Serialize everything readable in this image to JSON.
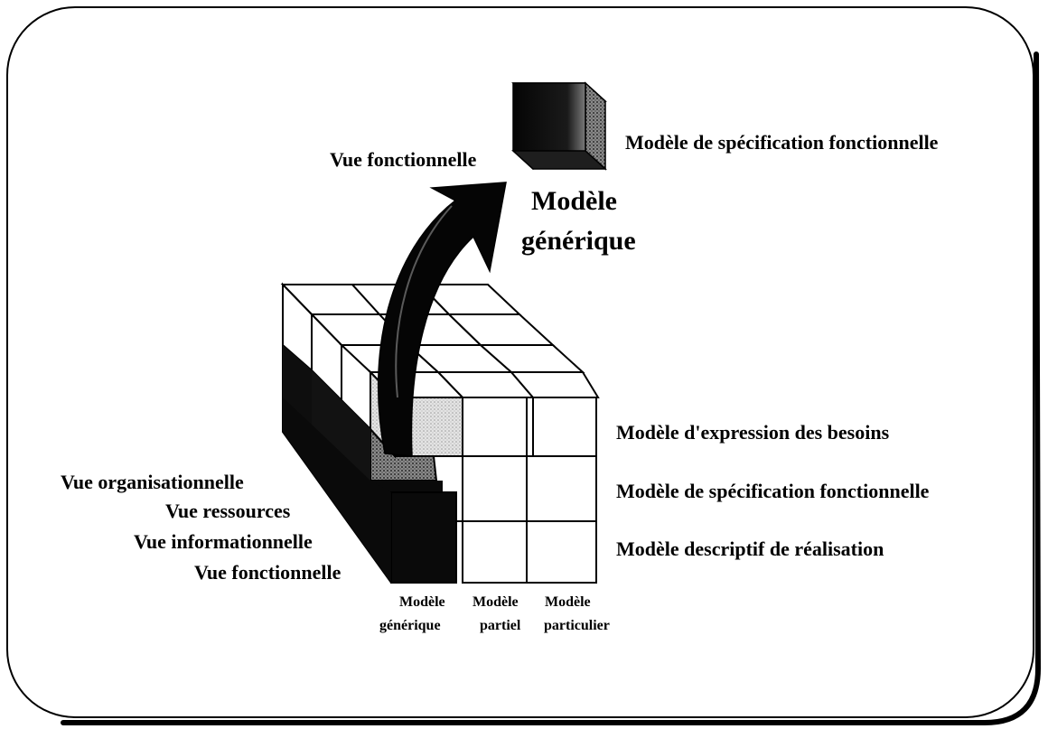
{
  "diagram": {
    "top": {
      "view_label": "Vue fonctionnelle",
      "cube_label": "Modèle de spécification fonctionnelle",
      "title_line1": "Modèle",
      "title_line2": "générique"
    },
    "levels": [
      "Modèle d'expression des besoins",
      "Modèle de spécification fonctionnelle",
      "Modèle  descriptif de réalisation"
    ],
    "views": [
      "Vue organisationnelle",
      "Vue ressources",
      "Vue informationnelle",
      "Vue fonctionnelle"
    ],
    "columns": [
      {
        "line1": "Modèle",
        "line2": "générique"
      },
      {
        "line1": "Modèle",
        "line2": "partiel"
      },
      {
        "line1": "Modèle",
        "line2": "particulier"
      }
    ],
    "colors": {
      "line": "#000000",
      "cube_face": "#ffffff",
      "dark": "#0a0a0a",
      "highlight": "#d6d6d6"
    }
  }
}
